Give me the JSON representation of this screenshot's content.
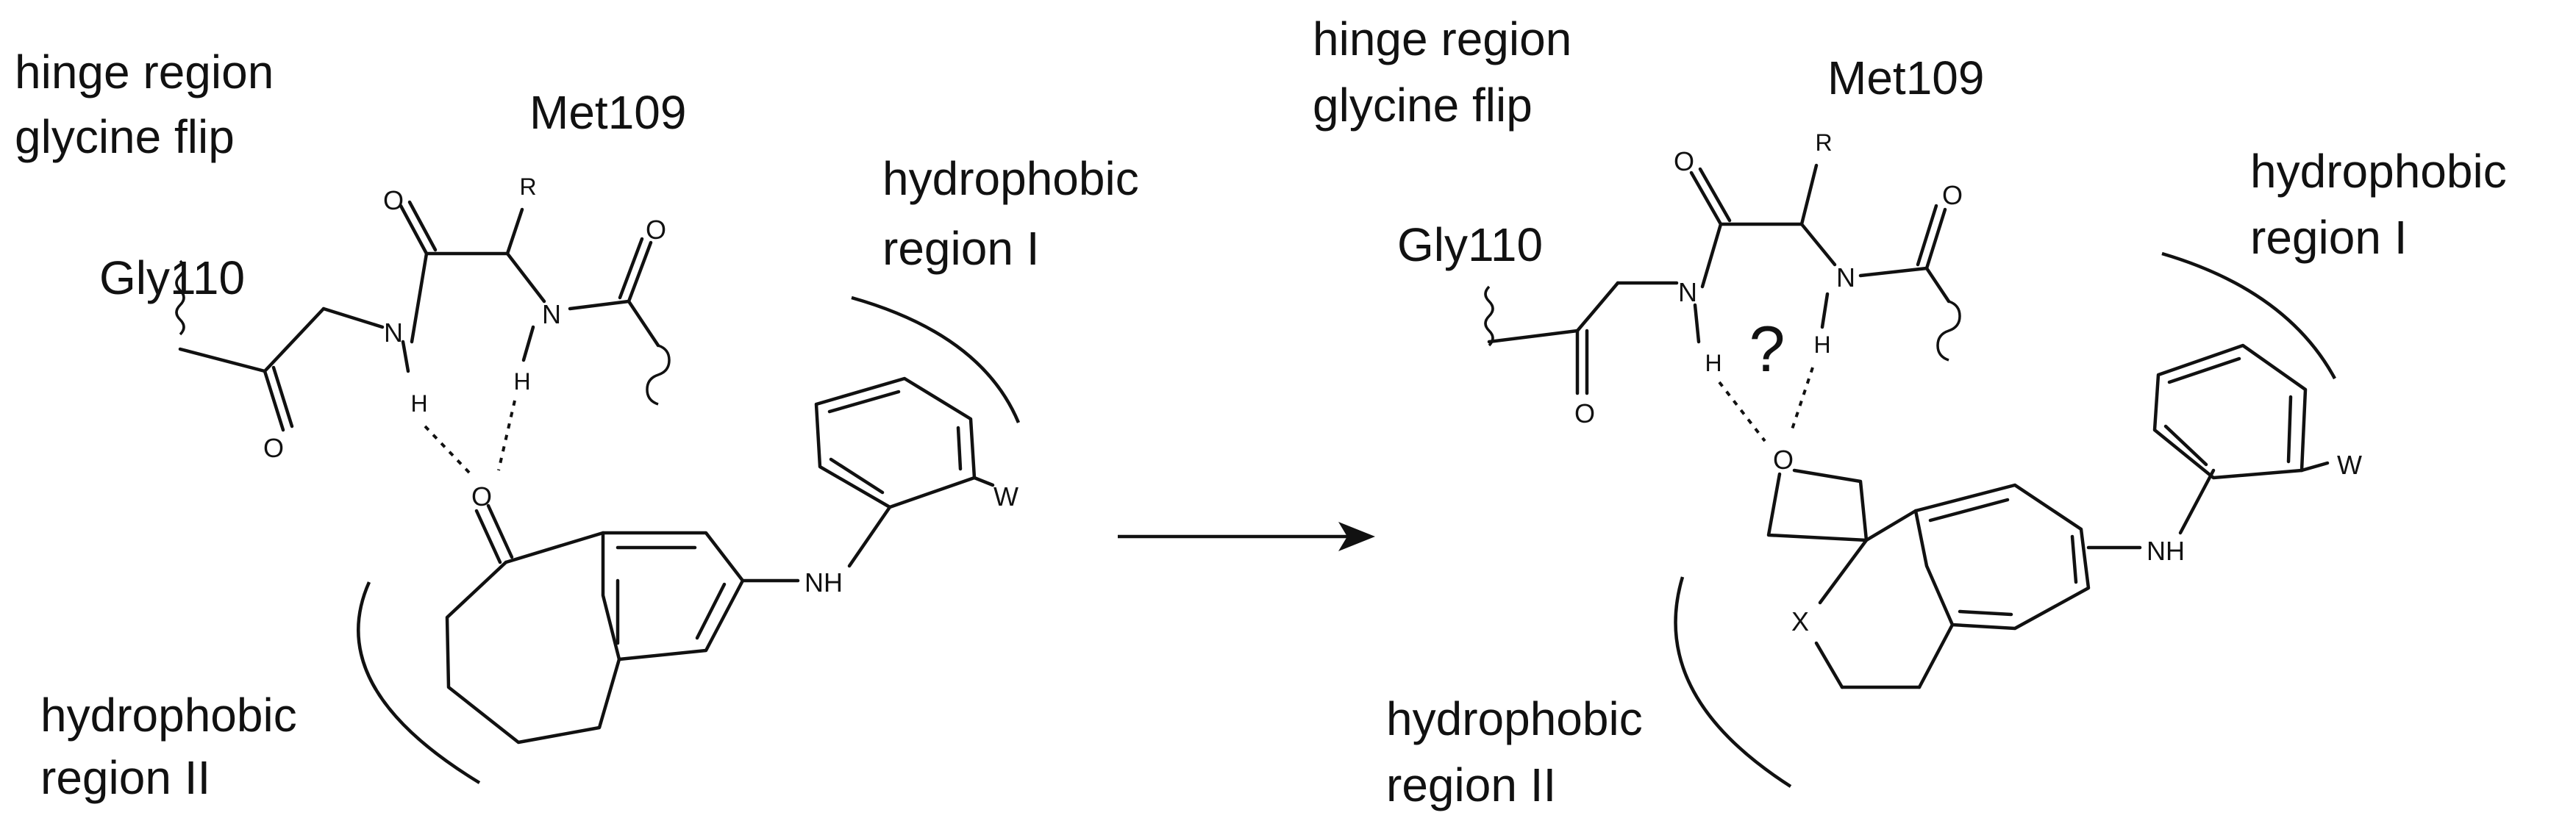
{
  "left_panel": {
    "label_hinge_line1": "hinge region",
    "label_hinge_line2": "glycine flip",
    "label_met": "Met109",
    "label_gly": "Gly110",
    "label_hydrophobic_I_line1": "hydrophobic",
    "label_hydrophobic_I_line2": "region I",
    "label_hydrophobic_II_line1": "hydrophobic",
    "label_hydrophobic_II_line2": "region II",
    "atoms": {
      "o1": "O",
      "n1": "N",
      "h1": "H",
      "r": "R",
      "n2": "N",
      "h2": "H",
      "o2": "O",
      "o3": "O",
      "o_ligand": "O",
      "w": "W",
      "nh": "NH"
    }
  },
  "right_panel": {
    "label_hinge_line1": "hinge region",
    "label_hinge_line2": "glycine flip",
    "label_met": "Met109",
    "label_gly": "Gly110",
    "label_hydrophobic_I_line1": "hydrophobic",
    "label_hydrophobic_I_line2": "region I",
    "label_hydrophobic_II_line1": "hydrophobic",
    "label_hydrophobic_II_line2": "region II",
    "question": "?",
    "atoms": {
      "o1": "O",
      "n1": "N",
      "h1": "H",
      "r": "R",
      "n2": "N",
      "h2": "H",
      "o2": "O",
      "o3": "O",
      "o_ligand": "O",
      "x": "X",
      "w": "W",
      "nh": "NH"
    }
  },
  "arrow_icon": "right-arrow"
}
